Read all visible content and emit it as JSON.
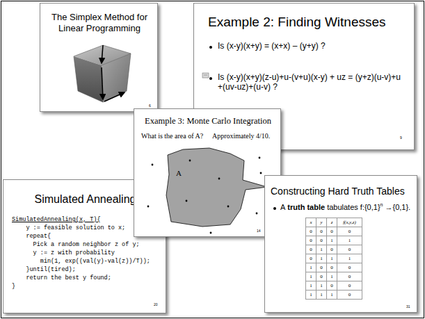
{
  "diagram": {
    "nodes": [
      {
        "text": [
          "The Simplex Method for Linear Programming",
          "6"
        ]
      },
      {
        "text": [
          "Example 2: Finding Witnesses",
          "Is (x-y)(x+y) = (x+x) – (y+y) ?",
          "Is (x-y)(x+y)(z-u)+u-(v+u)(x-y) + uz = (y+z)(u-v)+u +(uv-uz)+(u-v) ?",
          "9"
        ]
      },
      {
        "text": [
          "Example 3: Monte Carlo Integration",
          "What is the area of A?",
          "Approximately 4/10.",
          "14"
        ]
      },
      {
        "text": [
          "Simulated Annealing",
          "SimulatedAnnealing(x, T){",
          "y := feasible solution to x;",
          "repeat{",
          "Pick a random neighbor z of y;",
          "y := z with probability",
          "min(1, exp((val(y)-val(z))/T));",
          "}until(tired);",
          "return the best y found;",
          "}",
          "20"
        ]
      },
      {
        "text": [
          "Constructing Hard Truth Tables",
          "A",
          "truth table",
          "tabulates f:{0,1}",
          "n",
          "→{0,1}.",
          "31"
        ]
      }
    ],
    "labels": [
      "A",
      "x",
      "y",
      "z",
      "f(x,y,z)",
      "0",
      "0",
      "0",
      "0",
      "0",
      "0",
      "1",
      "1",
      "0",
      "1",
      "0",
      "0",
      "0",
      "1",
      "1",
      "1",
      "1",
      "0",
      "0",
      "0",
      "1",
      "0",
      "1",
      "0",
      "1",
      "1",
      "0",
      "0",
      "1",
      "1",
      "1",
      "0"
    ]
  }
}
